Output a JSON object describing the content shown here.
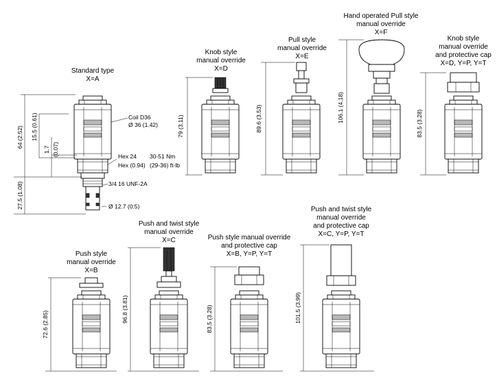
{
  "variants": {
    "standard": {
      "title": "Standard type",
      "code": "X=A"
    },
    "knob": {
      "title_1": "Knob style",
      "title_2": "manual override",
      "code": "X=D",
      "height": "79 (3.11)"
    },
    "pull": {
      "title_1": "Pull style",
      "title_2": "manual override",
      "code": "X=E",
      "height": "89.6 (3.53)"
    },
    "hand_pull": {
      "title_1": "Hand operated Pull style",
      "title_2": "manual override",
      "code": "X=F",
      "height": "106.1 (4.18)"
    },
    "knob_cap": {
      "title_1": "Knob style",
      "title_2": "manual override",
      "title_3": "and protective cap",
      "code": "X=D, Y=P, Y=T",
      "height": "83.5 (3.28)"
    },
    "push": {
      "title_1": "Push style",
      "title_2": "manual override",
      "code": "X=B",
      "height": "72.6 (2.85)"
    },
    "push_twist": {
      "title_1": "Push and twist style",
      "title_2": "manual override",
      "code": "X=C",
      "height": "96.8 (3.81)"
    },
    "push_cap": {
      "title_1": "Push style manual override",
      "title_2": "and protective cap",
      "code": "X=B, Y=P, Y=T",
      "height": "83.5 (3.28)"
    },
    "push_twist_cap": {
      "title_1": "Push and twist style",
      "title_2": "manual override",
      "title_3": "and protective cap",
      "code": "X=C, Y=P, Y=T",
      "height": "101.5 (3.99)"
    }
  },
  "dimensions": {
    "overall": "64 (2.52)",
    "coil_top": "15.5 (0.61)",
    "gap_mm": "1.7",
    "gap_in": "(0.07)",
    "cartridge": "27.5 (1.08)",
    "coil_1": "Coil D36",
    "coil_2": "Ø 36 (1.42)",
    "hex_1": "Hex 24",
    "hex_2": "Hex (0.94)",
    "torque_1": "30-51 Nm",
    "torque_2": "(29-36) ft-lb",
    "thread": "3/4 16 UNF-2A",
    "diameter": "Ø 12.7 (0.5)"
  }
}
